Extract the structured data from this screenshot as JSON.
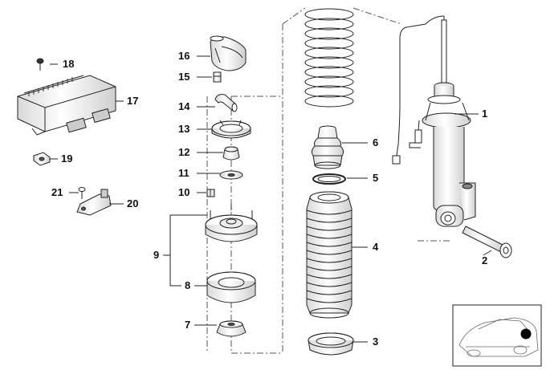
{
  "callouts": {
    "n1": "1",
    "n2": "2",
    "n3": "3",
    "n4": "4",
    "n5": "5",
    "n6": "6",
    "n7": "7",
    "n8": "8",
    "n9": "9",
    "n10": "10",
    "n11": "11",
    "n12": "12",
    "n13": "13",
    "n14": "14",
    "n15": "15",
    "n16": "16",
    "n17": "17",
    "n18": "18",
    "n19": "19",
    "n20": "20",
    "n21": "21"
  },
  "colors": {
    "line": "#222222",
    "shade": "#e4e4e4",
    "dark": "#555555",
    "marker": "#000000"
  }
}
